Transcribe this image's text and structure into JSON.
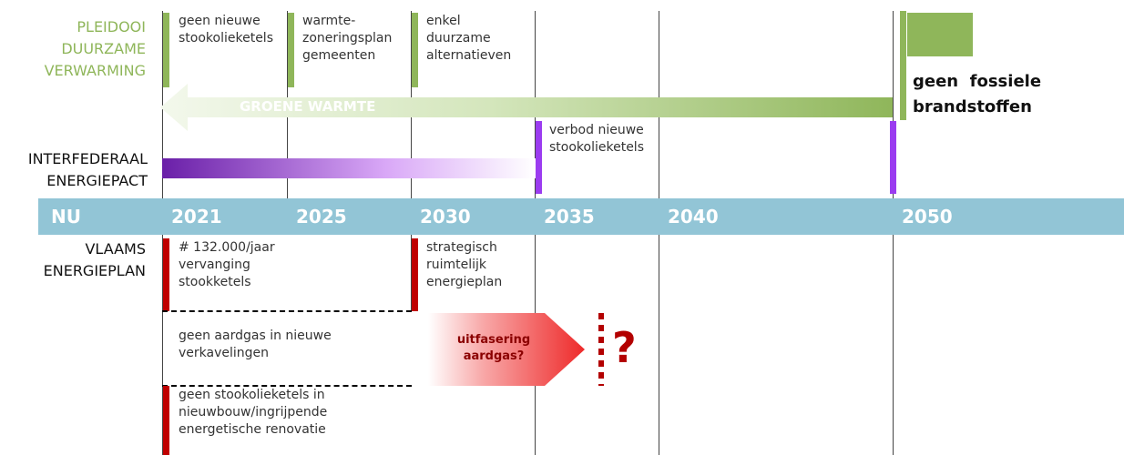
{
  "labels": {
    "pleidooi": "PLEIDOOI\nDUURZAME\nVERWARMING",
    "interfederaal": "INTERFEDERAAL\nENERGIEPACT",
    "vlaams": "VLAAMS\nENERGIEPLAN"
  },
  "timeline": {
    "now": "NU",
    "years": [
      "2021",
      "2025",
      "2030",
      "2035",
      "2040",
      "2050"
    ]
  },
  "pleidooi_notes": {
    "n2021": "geen nieuwe\nstookolieketels",
    "n2025": "warmte-\nzoneringsplan\ngemeenten",
    "n2030": "enkel\nduurzame\nalternatieven",
    "n2050": "geen  fossiele\nbrandstoffen",
    "arrow": "GROENE WARMTE"
  },
  "pact_notes": {
    "n2035": "verbod nieuwe\nstookolieketels"
  },
  "vlaams_notes": {
    "n2021": "# 132.000/jaar\nvervanging\nstookketels",
    "n2030": "strategisch\nruimtelijk\nenergieplan",
    "aardgas_nieuw": "geen aardgas in nieuwe\nverkavelingen",
    "stookolie_nieuwbouw": "geen stookolieketels in\nnieuwbouw/ingrijpende\nenergetische renovatie",
    "uitfasering": "uitfasering\naardgas?",
    "question": "?"
  },
  "colors": {
    "green": "#8fb65a",
    "purple": "#7b2fb0",
    "red": "#c00000",
    "band": "#92c5d6"
  }
}
